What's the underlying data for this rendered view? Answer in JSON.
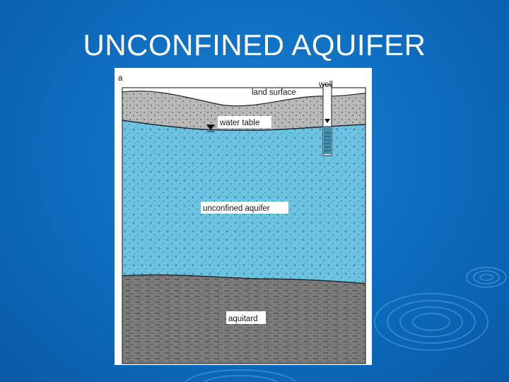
{
  "slide": {
    "title": "UNCONFINED AQUIFER"
  },
  "figure": {
    "panel_letter": "a",
    "labels": {
      "well": "well",
      "land_surface": "land surface",
      "water_table": "water table",
      "unconfined_aquifer": "unconfined aquifer",
      "aquitard": "aquitard"
    }
  },
  "colors": {
    "background": "#0d6bbd",
    "soil": "#b9b9b9",
    "aquifer": "#6cc3e3",
    "aquitard": "#7c7c7c",
    "frame": "#ffffff"
  }
}
